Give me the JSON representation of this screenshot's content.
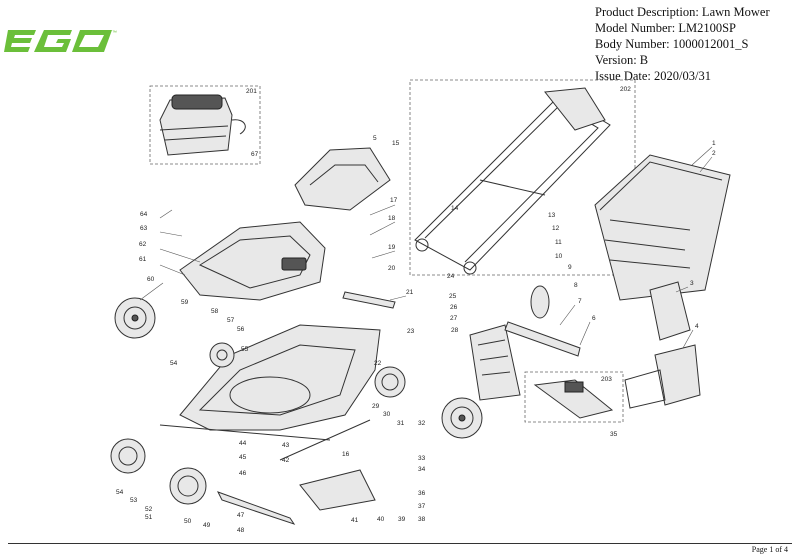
{
  "brand": {
    "name": "EGO",
    "color": "#6bbf3a"
  },
  "header": {
    "product_description": "Product Description: Lawn Mower",
    "model_number": "Model Number: LM2100SP",
    "body_number": "Body Number: 1000012001_S",
    "version": "Version: B",
    "issue_date": "Issue Date: 2020/03/31"
  },
  "callouts": [
    "1",
    "2",
    "3",
    "4",
    "5",
    "6",
    "7",
    "8",
    "9",
    "10",
    "11",
    "12",
    "13",
    "14",
    "15",
    "16",
    "17",
    "18",
    "19",
    "20",
    "21",
    "22",
    "23",
    "24",
    "25",
    "26",
    "27",
    "28",
    "29",
    "30",
    "31",
    "32",
    "33",
    "34",
    "35",
    "36",
    "37",
    "38",
    "39",
    "40",
    "41",
    "42",
    "43",
    "44",
    "45",
    "46",
    "47",
    "48",
    "49",
    "50",
    "51",
    "52",
    "53",
    "54",
    "55",
    "56",
    "57",
    "58",
    "59",
    "60",
    "61",
    "62",
    "63",
    "64",
    "67",
    "201",
    "202",
    "203"
  ],
  "footer": {
    "page": "Page 1 of 4"
  }
}
